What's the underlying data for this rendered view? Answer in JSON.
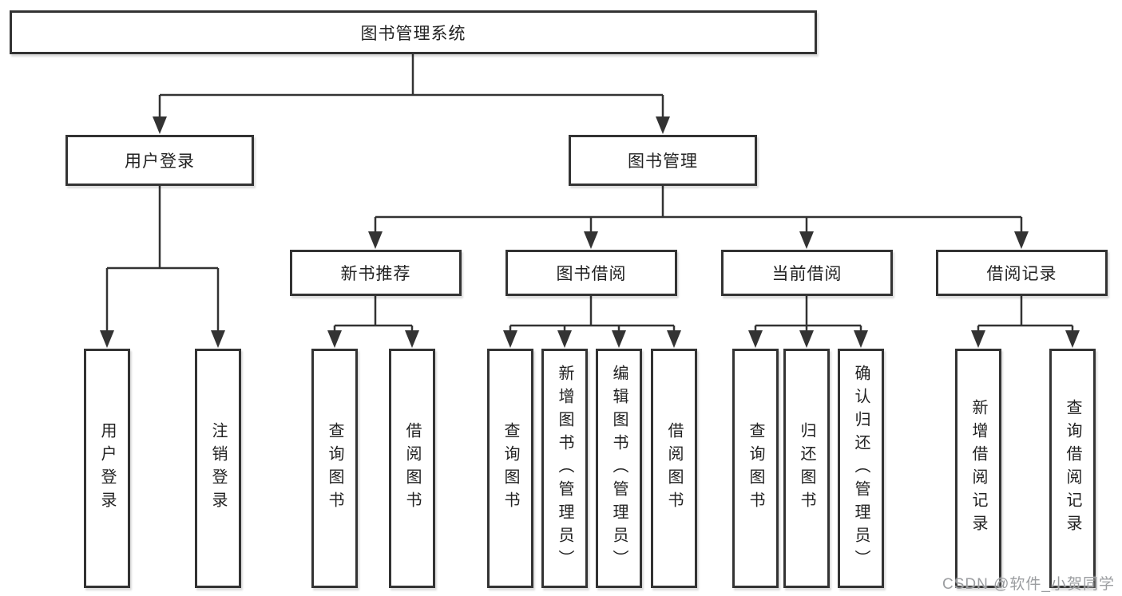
{
  "tree": {
    "root": {
      "label": "图书管理系统"
    },
    "branches": [
      {
        "label": "用户登录",
        "children": [
          {
            "label": "用户登录"
          },
          {
            "label": "注销登录"
          }
        ]
      },
      {
        "label": "图书管理",
        "groups": [
          {
            "label": "新书推荐",
            "children": [
              {
                "label": "查询图书"
              },
              {
                "label": "借阅图书"
              }
            ]
          },
          {
            "label": "图书借阅",
            "children": [
              {
                "label": "查询图书"
              },
              {
                "label": "新增图书（管理员）"
              },
              {
                "label": "编辑图书（管理员）"
              },
              {
                "label": "借阅图书"
              }
            ]
          },
          {
            "label": "当前借阅",
            "children": [
              {
                "label": "查询图书"
              },
              {
                "label": "归还图书"
              },
              {
                "label": "确认归还（管理员）"
              }
            ]
          },
          {
            "label": "借阅记录",
            "children": [
              {
                "label": "新增借阅记录"
              },
              {
                "label": "查询借阅记录"
              }
            ]
          }
        ]
      }
    ]
  },
  "watermark": {
    "text": "CSDN @软件_小贺同学"
  },
  "colors": {
    "line": "#333333",
    "box_border": "#333333",
    "box_fill": "#ffffff",
    "text": "#222222",
    "watermark": "#9b9da0",
    "background": "#ffffff"
  }
}
